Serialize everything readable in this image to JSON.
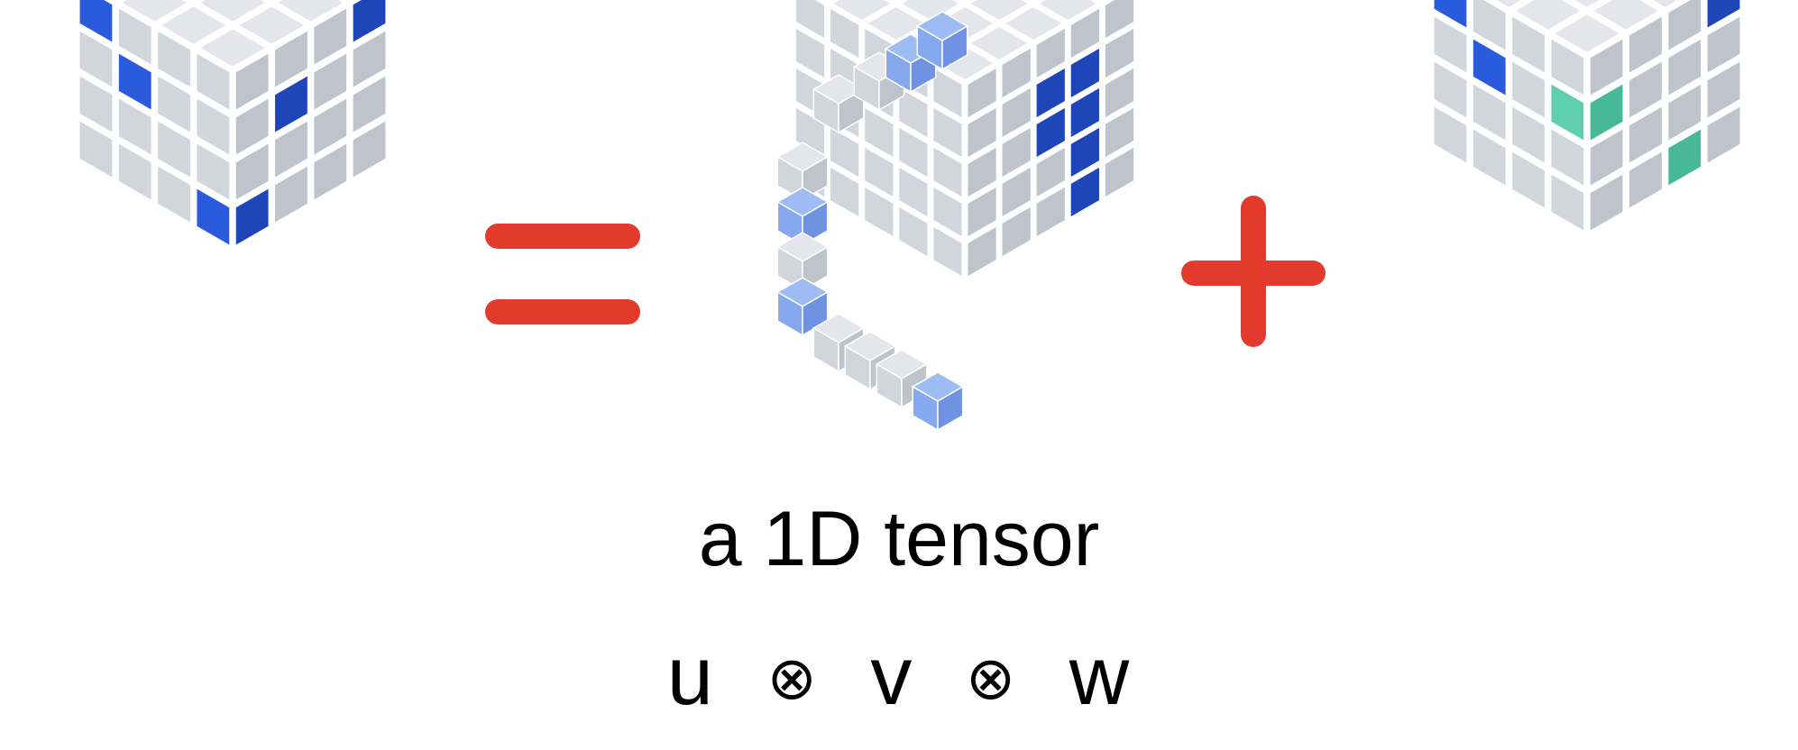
{
  "colors": {
    "background": "#ffffff",
    "cube_face_top": "#e4e6eb",
    "cube_face_left": "#d2d5dc",
    "cube_face_right": "#bfc3cc",
    "highlight_blue_top": "#3a6ff0",
    "highlight_blue_left": "#2a5bdc",
    "highlight_blue_right": "#1f46b8",
    "light_blue_top": "#9ebcf4",
    "light_blue_left": "#86a8ee",
    "light_blue_right": "#6f93e2",
    "teal_top": "#7fe0c4",
    "teal_left": "#5fcfb0",
    "teal_right": "#49b898",
    "operator_red": "#e23a2c",
    "text": "#000000"
  },
  "operators": {
    "equals": "=",
    "plus": "+"
  },
  "caption": {
    "main": "a 1D tensor"
  },
  "formula": {
    "u": "u",
    "op1": "⊗",
    "v": "v",
    "op2": "⊗",
    "w": "w"
  }
}
